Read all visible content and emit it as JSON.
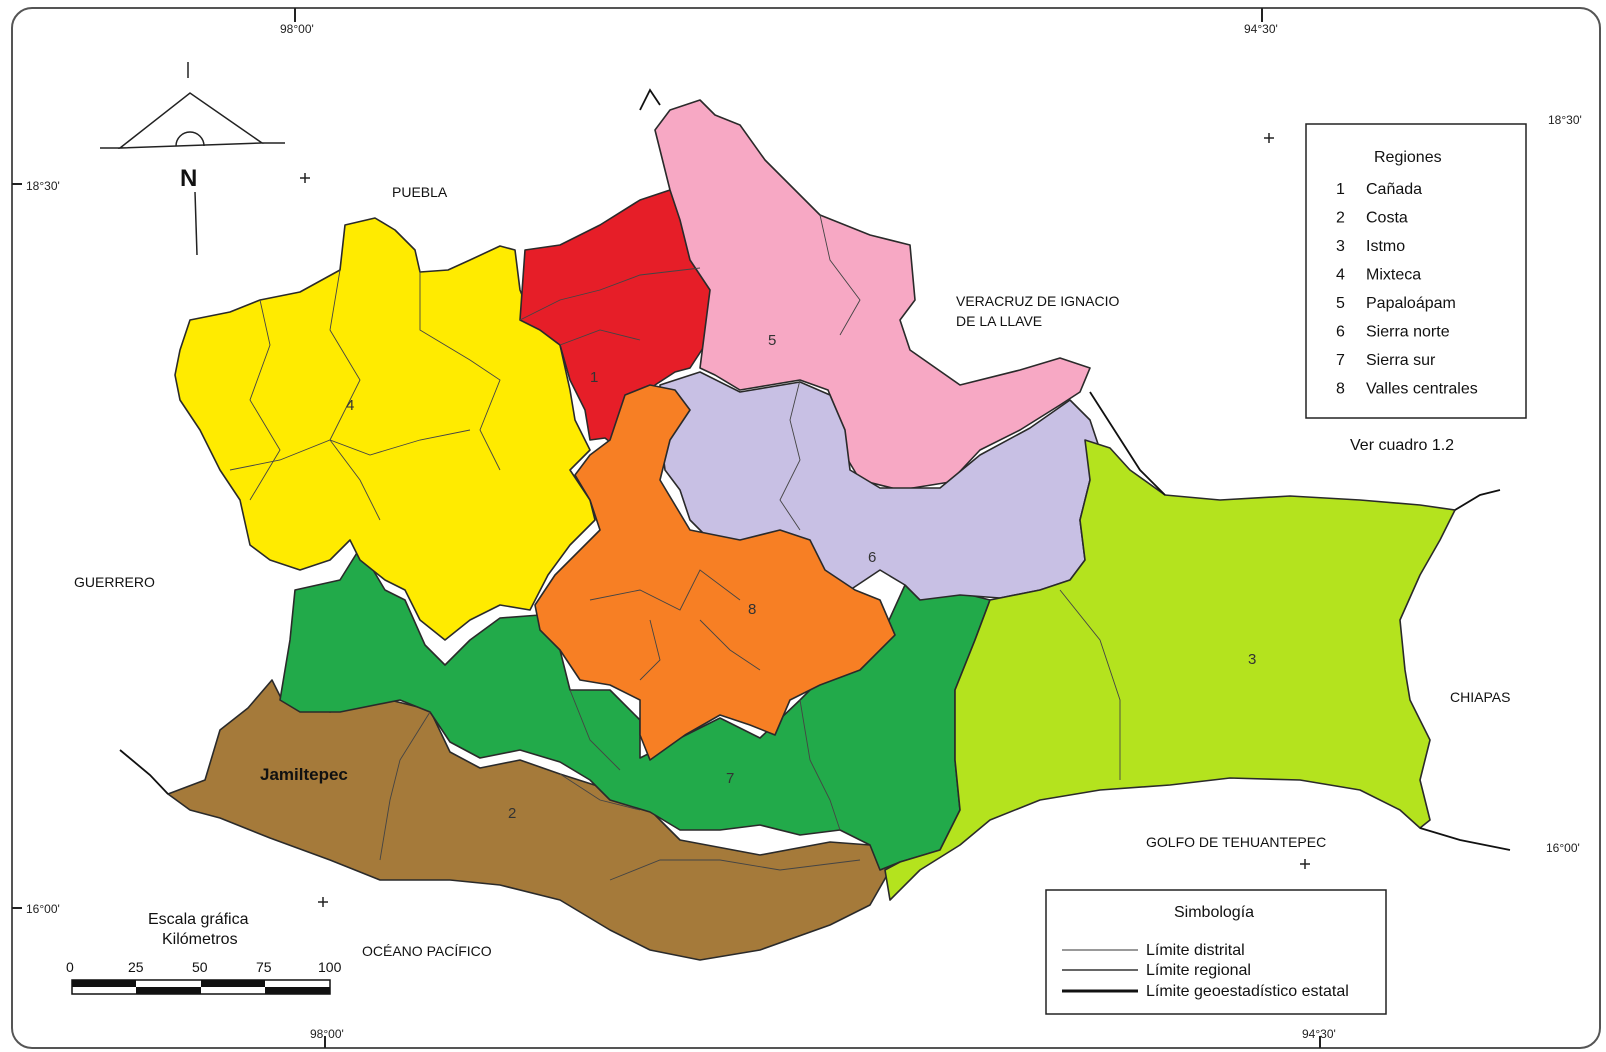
{
  "coords": {
    "top_left_lon": "98°00'",
    "top_right_lon": "94°30'",
    "bottom_left_lon": "98°00'",
    "bottom_right_lon": "94°30'",
    "left_top_lat": "18°30'",
    "left_bottom_lat": "16°00'",
    "right_top_lat": "18°30'",
    "right_bottom_lat": "16°00'"
  },
  "north_label": "N",
  "places": {
    "puebla": "PUEBLA",
    "veracruz_line1": "VERACRUZ DE IGNACIO",
    "veracruz_line2": "DE LA LLAVE",
    "guerrero": "GUERRERO",
    "chiapas": "CHIAPAS",
    "golfo": "GOLFO DE TEHUANTEPEC",
    "oceano": "OCÉANO PACÍFICO"
  },
  "highlight_label": "Jamiltepec",
  "regions": [
    {
      "num": "1",
      "name": "Cañada",
      "color": "#e61e28"
    },
    {
      "num": "2",
      "name": "Costa",
      "color": "#a57a3a"
    },
    {
      "num": "3",
      "name": "Istmo",
      "color": "#b4e31e"
    },
    {
      "num": "4",
      "name": "Mixteca",
      "color": "#ffeb00"
    },
    {
      "num": "5",
      "name": "Papaloápam",
      "color": "#f7a8c4"
    },
    {
      "num": "6",
      "name": "Sierra norte",
      "color": "#c8c0e4"
    },
    {
      "num": "7",
      "name": "Sierra sur",
      "color": "#22aa4a"
    },
    {
      "num": "8",
      "name": "Valles centrales",
      "color": "#f77f24"
    }
  ],
  "legend": {
    "title": "Regiones",
    "note": "Ver cuadro 1.2"
  },
  "simbologia": {
    "title": "Simbología",
    "items": [
      "Límite distrital",
      "Límite regional",
      "Límite geoestadístico estatal"
    ]
  },
  "scale": {
    "title": "Escala gráfica",
    "unit": "Kilómetros",
    "ticks": [
      "0",
      "25",
      "50",
      "75",
      "100"
    ]
  }
}
